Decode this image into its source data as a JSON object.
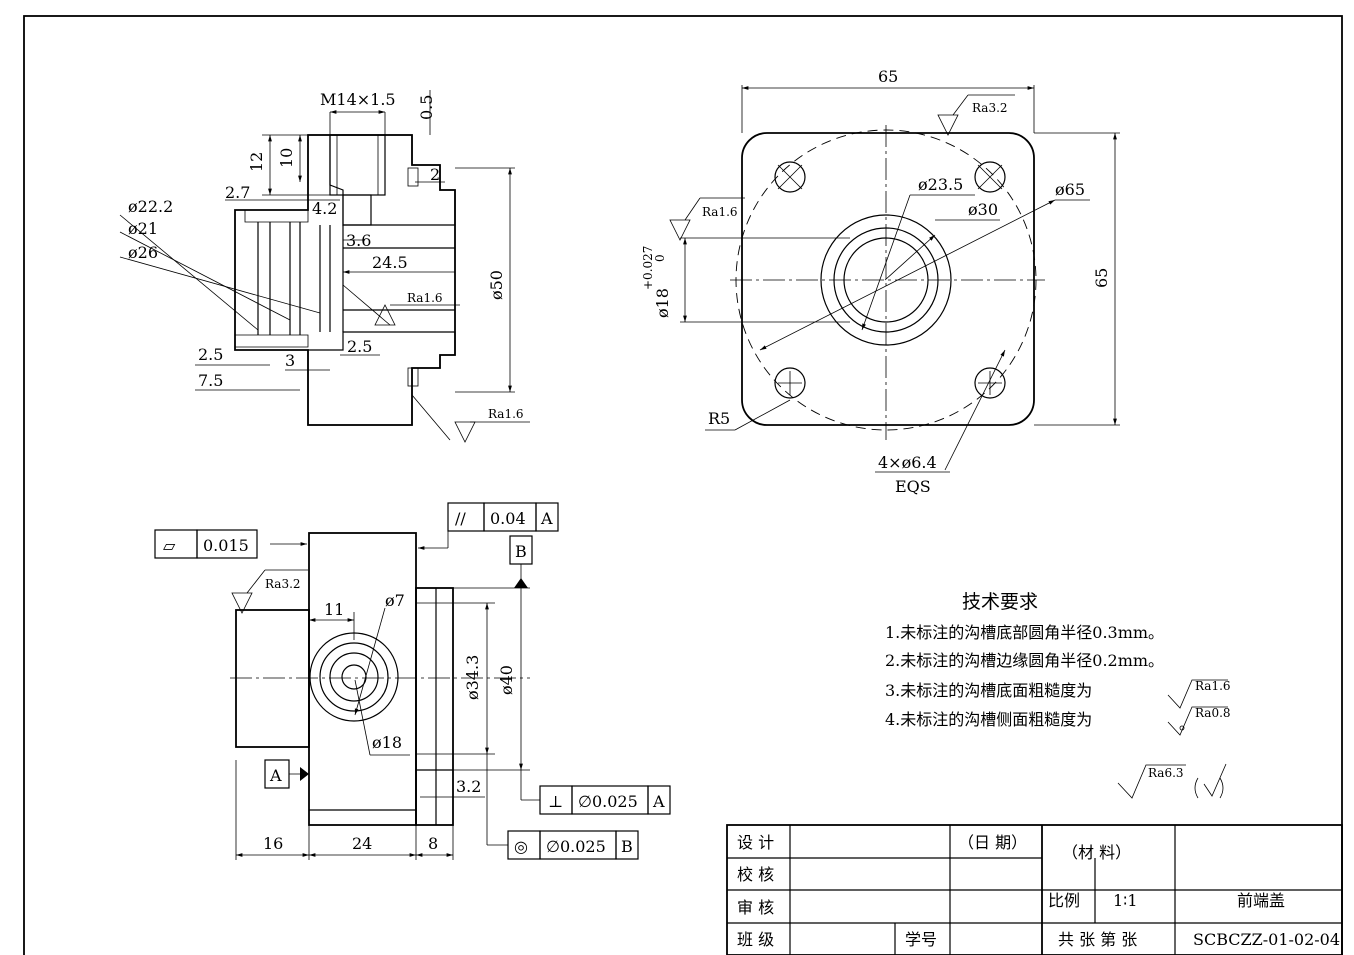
{
  "title_block": {
    "design": "设 计",
    "check": "校 核",
    "review": "审 核",
    "class": "班 级",
    "date": "（日 期）",
    "student_no": "学号",
    "material": "（材  料）",
    "scale_label": "比例",
    "scale_value": "1∶1",
    "part_name": "前端盖",
    "sheet_text": "共 张 第 张",
    "drawing_no": "SCBCZZ-01-02-04"
  },
  "tech_requirements": {
    "title": "技术要求",
    "items": [
      "1.未标注的沟槽底部圆角半径0.3mm。",
      "2.未标注的沟槽边缘圆角半径0.2mm。",
      "3.未标注的沟槽底面粗糙度为",
      "4.未标注的沟槽侧面粗糙度为"
    ],
    "ra_item3": "Ra1.6",
    "ra_item4": "Ra0.8",
    "general_ra": "Ra6.3"
  },
  "section_view": {
    "thread": "M14×1.5",
    "d_05": "0.5",
    "d_12": "12",
    "d_10": "10",
    "d_2": "2",
    "d_27": "2.7",
    "d_42": "4.2",
    "d_222": "ø22.2",
    "d_21": "ø21",
    "d_26": "ø26",
    "d_36": "3.6",
    "d_245": "24.5",
    "d_50": "ø50",
    "ra1": "Ra1.6",
    "d_25a": "2.5",
    "d_25b": "2.5",
    "d_75": "7.5",
    "d_3": "3",
    "ra2": "Ra1.6"
  },
  "top_view": {
    "w65": "65",
    "h65": "65",
    "ra32": "Ra3.2",
    "ra16": "Ra1.6",
    "d235": "ø23.5",
    "d30": "ø30",
    "d65": "ø65",
    "d18": "ø18",
    "tol_up": "+0.027",
    "tol_low": "0",
    "r5": "R5",
    "holes": "4×ø6.4",
    "eqs": "EQS"
  },
  "side_view": {
    "flat_sym": "▱",
    "flat_val": "0.015",
    "par_sym": "//",
    "par_val": "0.04",
    "par_datum": "A",
    "datum_b": "B",
    "datum_a": "A",
    "ra32": "Ra3.2",
    "d11": "11",
    "d7": "ø7",
    "d343": "ø34.3",
    "d40": "ø40",
    "d18": "ø18",
    "d32": "3.2",
    "perp_sym": "⊥",
    "perp_val": "∅0.025",
    "perp_datum": "A",
    "conc_sym": "◎",
    "conc_val": "∅0.025",
    "conc_datum": "B",
    "d16": "16",
    "d24": "24",
    "d8": "8"
  }
}
